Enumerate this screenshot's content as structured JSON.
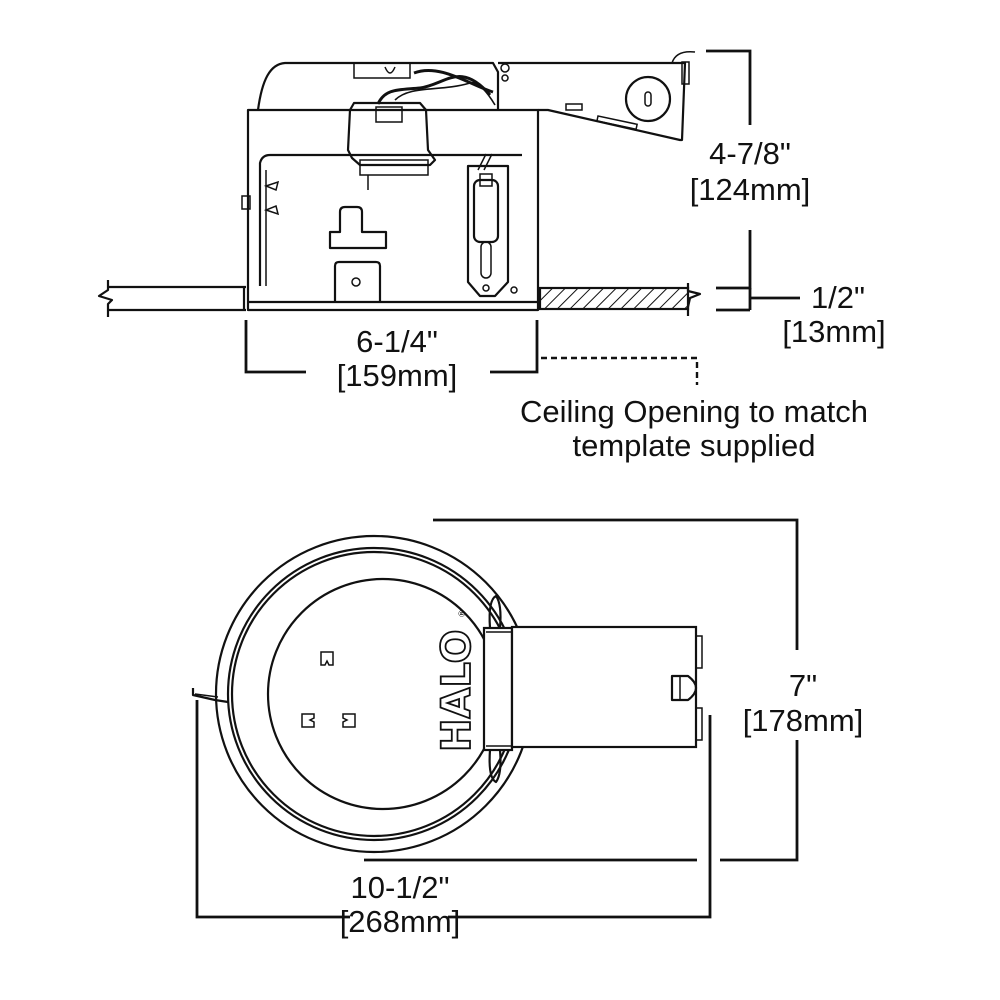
{
  "figure": {
    "title": "Recessed light housing dimensional drawing",
    "side_view": {
      "height_dimension": {
        "imperial": "4-7/8\"",
        "metric": "[124mm]"
      },
      "ceiling_thickness_dimension": {
        "imperial": "1/2\"",
        "metric": "[13mm]"
      },
      "housing_width_dimension": {
        "imperial": "6-1/4\"",
        "metric": "[159mm]"
      },
      "ceiling_note": {
        "line1": "Ceiling Opening to match",
        "line2": "template supplied"
      }
    },
    "top_view": {
      "brand_logo": "HALO",
      "registered_mark": "®",
      "depth_dimension": {
        "imperial": "7\"",
        "metric": "[178mm]"
      },
      "overall_length_dimension": {
        "imperial": "10-1/2\"",
        "metric": "[268mm]"
      }
    }
  }
}
